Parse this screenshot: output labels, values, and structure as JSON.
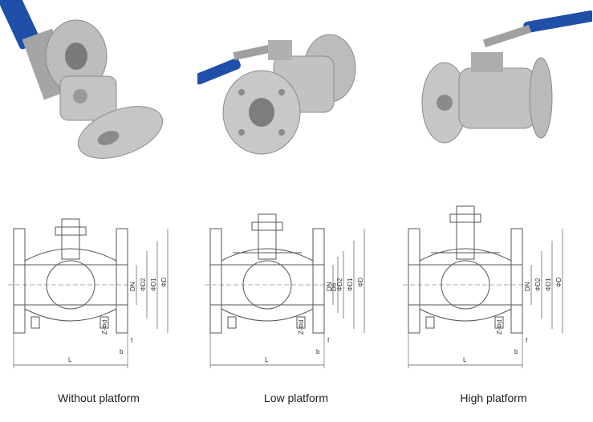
{
  "captions": {
    "without": "Without platform",
    "low": "Low platform",
    "high": "High platform"
  },
  "dims": {
    "L": "L",
    "DN": "DN",
    "D6": "D6",
    "phiD2": "ΦD2",
    "phiD1": "ΦD1",
    "phiD": "ΦD",
    "b": "b",
    "f": "f",
    "zd": "Z-Φd"
  },
  "colors": {
    "handle": "#1f4fa8",
    "steel": "#b9b9b9",
    "line": "#555555"
  }
}
